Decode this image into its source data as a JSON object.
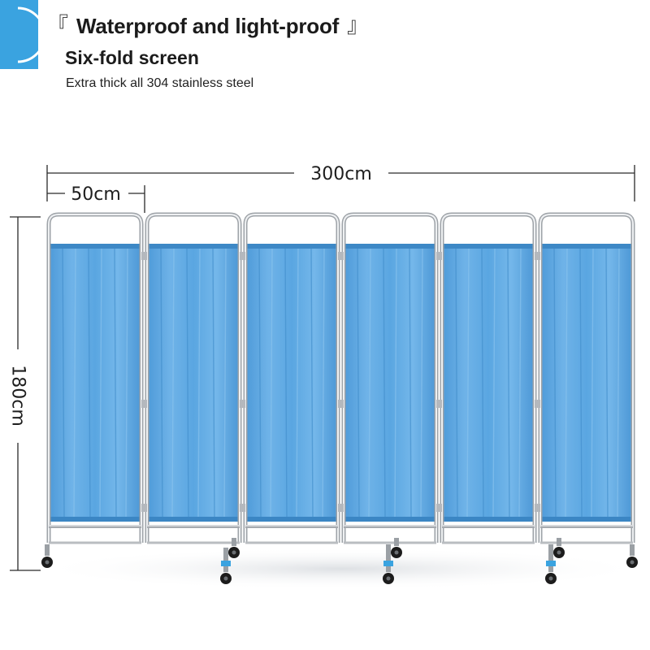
{
  "header": {
    "bracket_open": "『",
    "title": "Waterproof and light-proof",
    "bracket_close": "』",
    "subtitle": "Six-fold screen",
    "caption": "Extra thick all 304 stainless steel"
  },
  "dimensions": {
    "total_width": "300cm",
    "panel_width": "50cm",
    "height": "180cm"
  },
  "product": {
    "panel_count": 6
  },
  "colors": {
    "accent": "#3aa3e0",
    "curtain": "#5fa8e2",
    "frame": "#c9ccd0"
  }
}
